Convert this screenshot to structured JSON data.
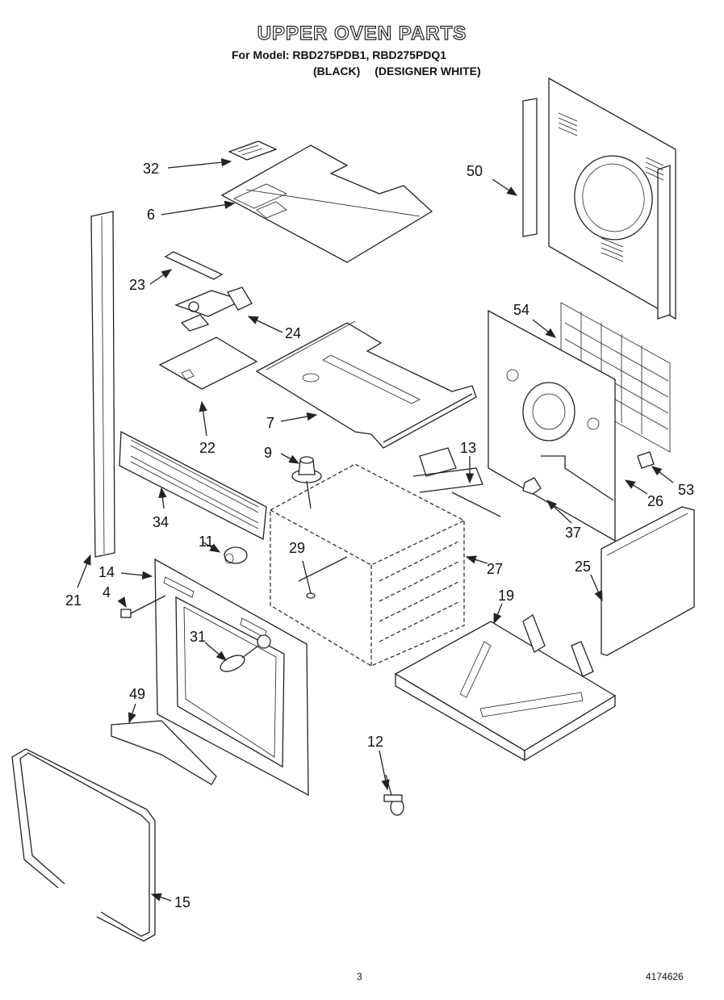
{
  "header": {
    "title": "UPPER OVEN PARTS",
    "model_line": "For Model: RBD275PDB1, RBD275PDQ1",
    "variants": [
      "(BLACK)",
      "(DESIGNER WHITE)"
    ]
  },
  "callouts": {
    "c32": "32",
    "c6": "6",
    "c50": "50",
    "c23": "23",
    "c24": "24",
    "c54": "54",
    "c7": "7",
    "c22": "22",
    "c9": "9",
    "c13": "13",
    "c53": "53",
    "c26": "26",
    "c34": "34",
    "c37": "37",
    "c11": "11",
    "c29": "29",
    "c27": "27",
    "c25": "25",
    "c14": "14",
    "c4": "4",
    "c21": "21",
    "c19": "19",
    "c31": "31",
    "c49": "49",
    "c12": "12",
    "c15": "15"
  },
  "footer": {
    "page": "3",
    "doc_number": "4174626"
  }
}
